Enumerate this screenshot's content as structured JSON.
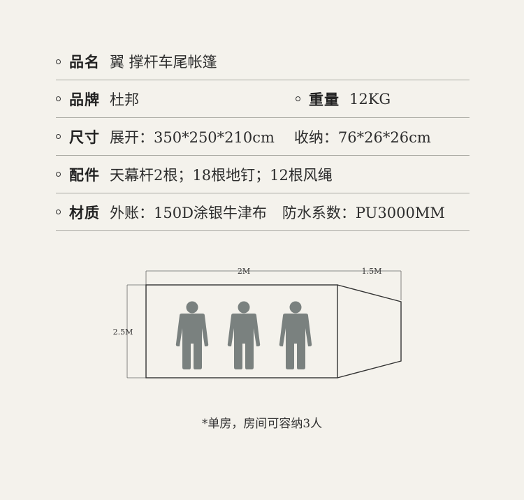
{
  "specs": {
    "name": {
      "label": "品名",
      "value": "翼 撑杆车尾帐篷"
    },
    "brand": {
      "label": "品牌",
      "value": "杜邦"
    },
    "weight": {
      "label": "重量",
      "value": "12KG"
    },
    "size": {
      "label": "尺寸",
      "value": "展开：350*250*210cm",
      "value2": "收纳：76*26*26cm"
    },
    "accessories": {
      "label": "配件",
      "value": "天幕杆2根；18根地钉；12根风绳"
    },
    "material": {
      "label": "材质",
      "value": "外账：150D涂银牛津布",
      "value2": "防水系数：PU3000MM"
    }
  },
  "diagram": {
    "width_main": "2M",
    "width_annex": "1.5M",
    "depth": "2.5M",
    "person_icon": "person-icon",
    "person_count": 3
  },
  "caption": "*单房，房间可容纳3人"
}
